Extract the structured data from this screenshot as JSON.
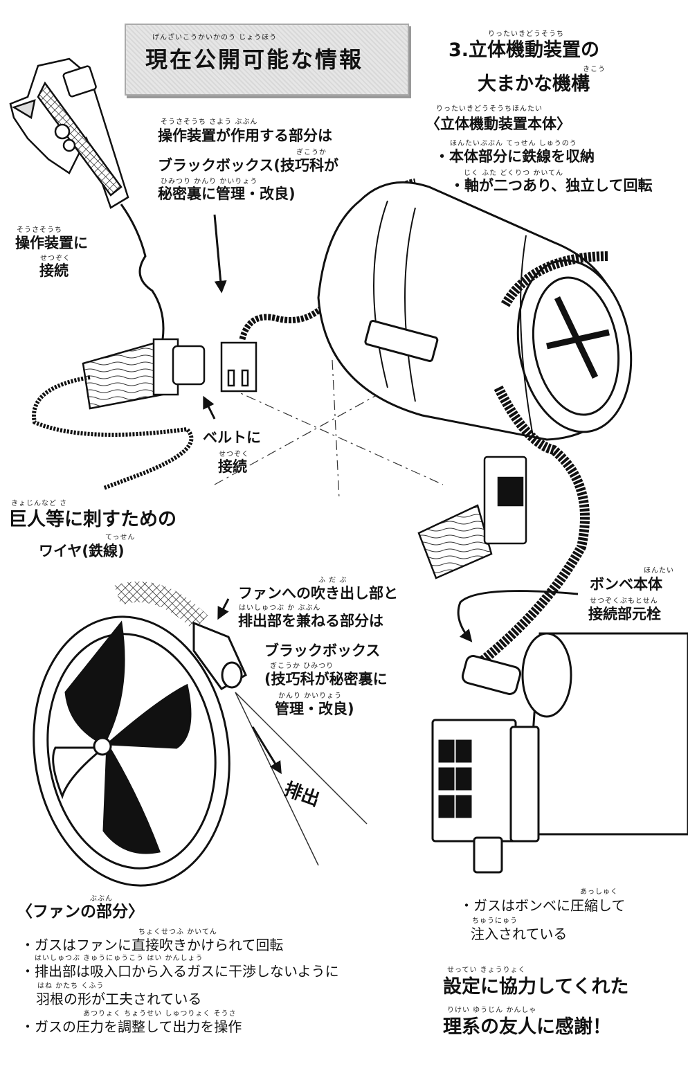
{
  "title": {
    "ruby": "げんざいこうかいかのう じょうほう",
    "text": "現在公開可能な情報"
  },
  "heading": {
    "ruby1": "りったいきどうそうち",
    "line1": "3.立体機動装置の",
    "line2": "大まかな機構",
    "ruby2": "きこう"
  },
  "body_section": {
    "ruby": "りったいきどうそうちほんたい",
    "header": "〈立体機動装置本体〉",
    "ruby_item1": "ほんたいぶぶん てっせん しゅうのう",
    "item1": "・本体部分に鉄線を収納",
    "ruby_item2": "じく ふた どくりつ かいてん",
    "item2": "・軸が二つあり、独立して回転"
  },
  "black_box_note": {
    "ruby1": "そうさそうち さよう ぶぶん",
    "line1": "操作装置が作用する部分は",
    "ruby2": "ぎこうか",
    "line2": "ブラックボックス(技巧科が",
    "ruby3": "ひみつり かんり かいりょう",
    "line3": "秘密裏に管理・改良)"
  },
  "connect_controller": {
    "ruby1": "そうさそうち",
    "line1": "操作装置に",
    "ruby2": "せつぞく",
    "line2": "接続"
  },
  "connect_belt": {
    "line1": "ベルトに",
    "ruby2": "せつぞく",
    "line2": "接続"
  },
  "wire_note": {
    "ruby1": "きょじんなど さ",
    "line1": "巨人等に刺すための",
    "ruby2": "てっせん",
    "line2": "ワイヤ(鉄線)"
  },
  "fan_outlet_note": {
    "ruby1": "ふ だ ぶ",
    "line1": "ファンへの吹き出し部と",
    "ruby2": "はいしゅつぶ か ぶぶん",
    "line2": "排出部を兼ねる部分は",
    "line3": "ブラックボックス",
    "ruby4": "ぎこうか ひみつり",
    "line4": "(技巧科が秘密裏に",
    "ruby5": "かんり かいりょう",
    "line5": "管理・改良)"
  },
  "exhaust_label": "排出",
  "cylinder_note": {
    "ruby1": "ほんたい",
    "line1": "ボンベ本体",
    "ruby2": "せつぞくぶもとせん",
    "line2": "接続部元栓"
  },
  "fan_section": {
    "ruby": "ぶぶん",
    "header": "〈ファンの部分〉",
    "ruby1": "ちょくせつふ かいてん",
    "item1": "・ガスはファンに直接吹きかけられて回転",
    "ruby2": "はいしゅつぶ きゅうにゅうこう はい かんしょう",
    "item2": "・排出部は吸入口から入るガスに干渉しないように",
    "ruby3": "はね かたち くふう",
    "item2b": "羽根の形が工夫されている",
    "ruby4": "あつりょく ちょうせい しゅつりょく そうさ",
    "item3": "・ガスの圧力を調整して出力を操作"
  },
  "gas_note": {
    "ruby1": "あっしゅく",
    "line1": "・ガスはボンベに圧縮して",
    "ruby2": "ちゅうにゅう",
    "line2": "注入されている"
  },
  "thanks": {
    "ruby1": "せってい きょうりょく",
    "line1": "設定に協力してくれた",
    "ruby2": "りけい ゆうじん かんしゃ",
    "line2": "理系の友人に感謝！"
  }
}
